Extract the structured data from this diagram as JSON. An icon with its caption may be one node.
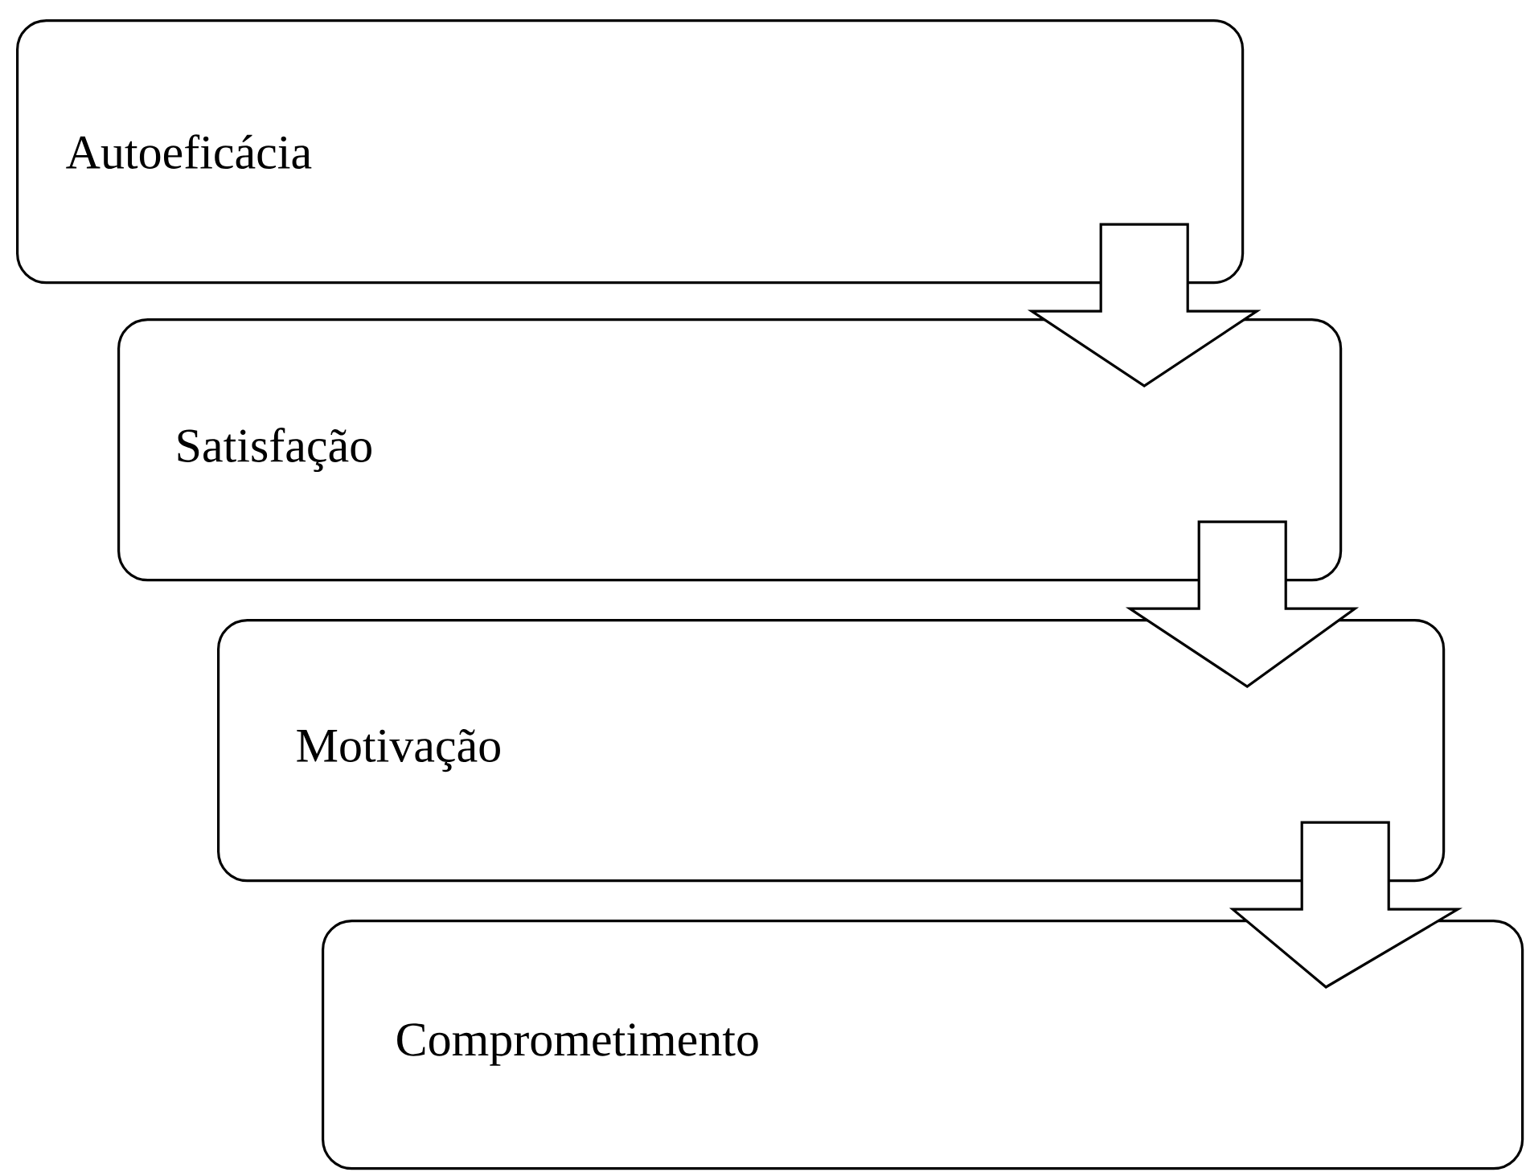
{
  "diagram": {
    "nodes": [
      {
        "text": [
          "Autoeficácia"
        ]
      },
      {
        "text": [
          "Satisfação"
        ]
      },
      {
        "text": [
          "Motivação"
        ]
      },
      {
        "text": [
          "Comprometimento"
        ]
      }
    ],
    "edges": [
      {
        "from": 0,
        "to": 1,
        "arrow": "to"
      },
      {
        "from": 1,
        "to": 2,
        "arrow": "to"
      },
      {
        "from": 2,
        "to": 3,
        "arrow": "to"
      }
    ]
  }
}
